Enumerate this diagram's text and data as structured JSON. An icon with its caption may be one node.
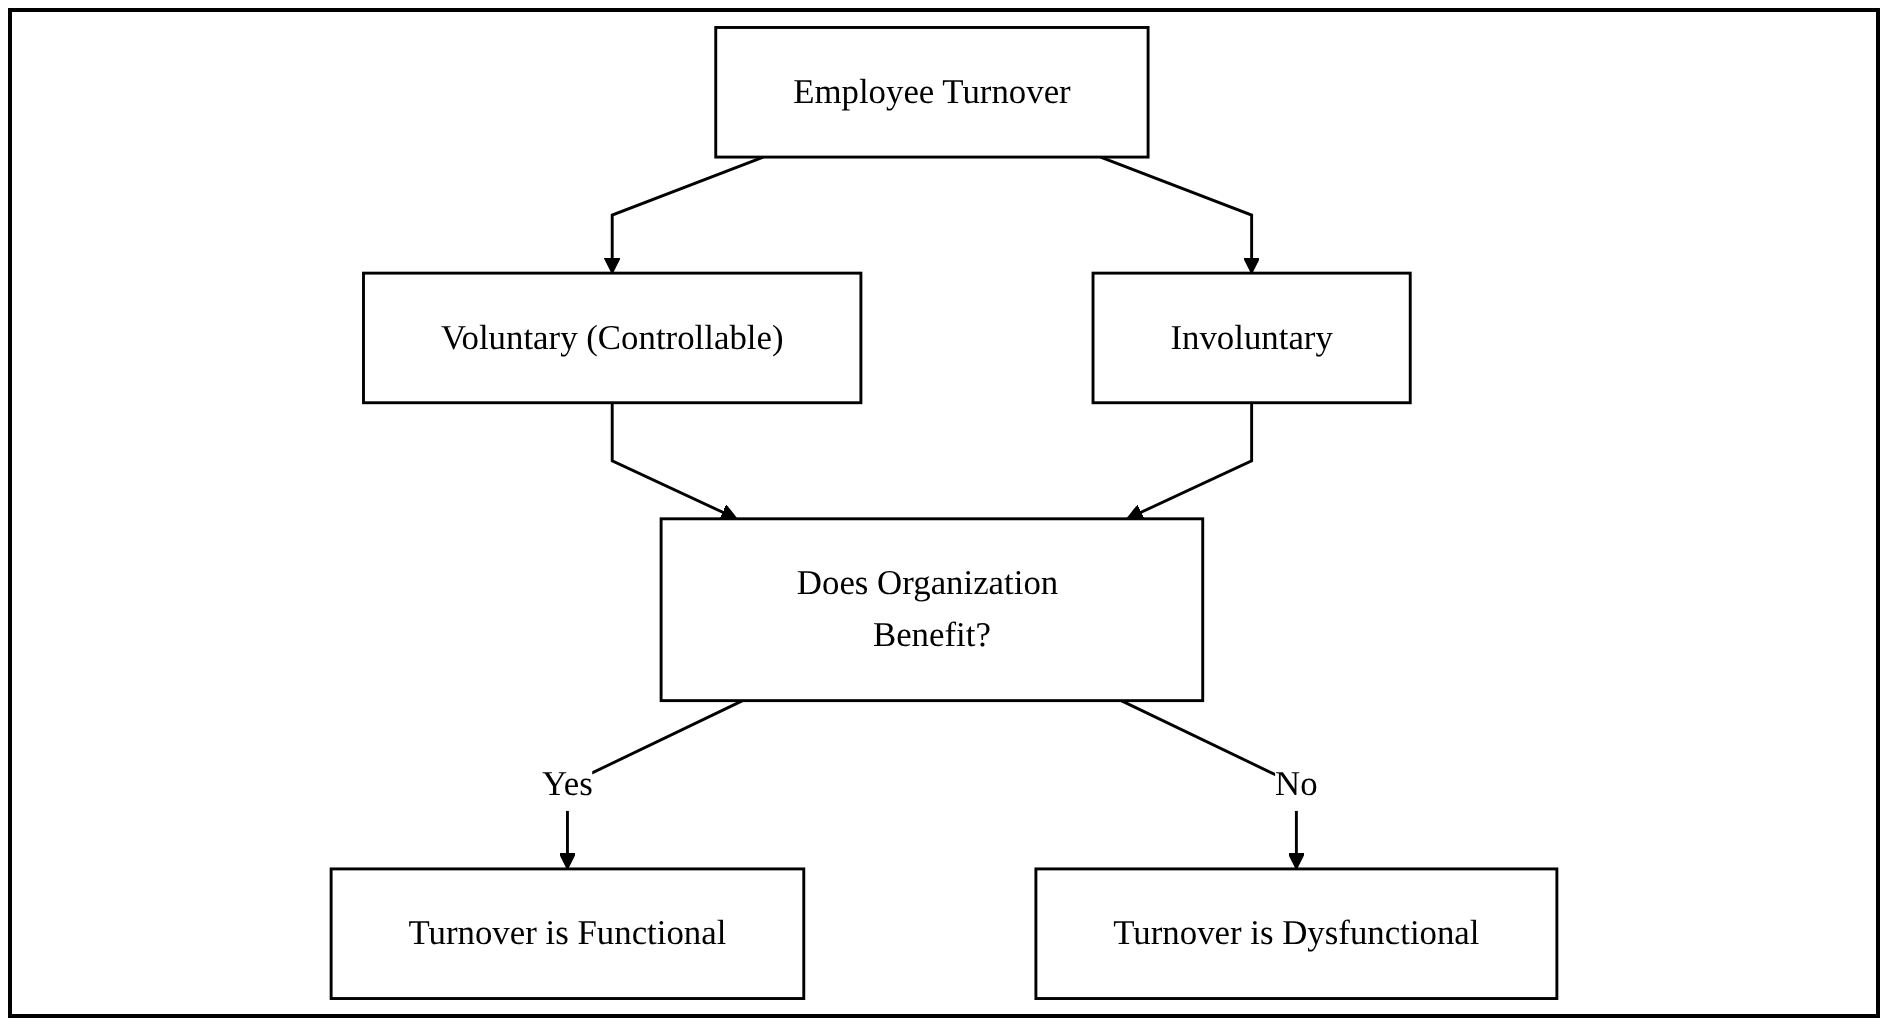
{
  "diagram": {
    "nodes": [
      {
        "text": [
          "Employee Turnover"
        ]
      },
      {
        "text": [
          "Voluntary (Controllable)"
        ]
      },
      {
        "text": [
          "Involuntary"
        ]
      },
      {
        "text": [
          "Does Organization Benefit?"
        ]
      },
      {
        "text": [
          "Turnover is Functional"
        ]
      },
      {
        "text": [
          "Turnover is Dysfunctional"
        ]
      }
    ],
    "edges": [
      {
        "from": 0,
        "to": 1,
        "arrow": "to"
      },
      {
        "from": 0,
        "to": 2,
        "arrow": "to"
      },
      {
        "from": 1,
        "to": 3,
        "arrow": "to"
      },
      {
        "from": 2,
        "to": 3,
        "arrow": "to"
      },
      {
        "from": 3,
        "to": 4,
        "arrow": "to",
        "label": "Yes"
      },
      {
        "from": 3,
        "to": 5,
        "arrow": "to",
        "label": "No"
      }
    ]
  }
}
